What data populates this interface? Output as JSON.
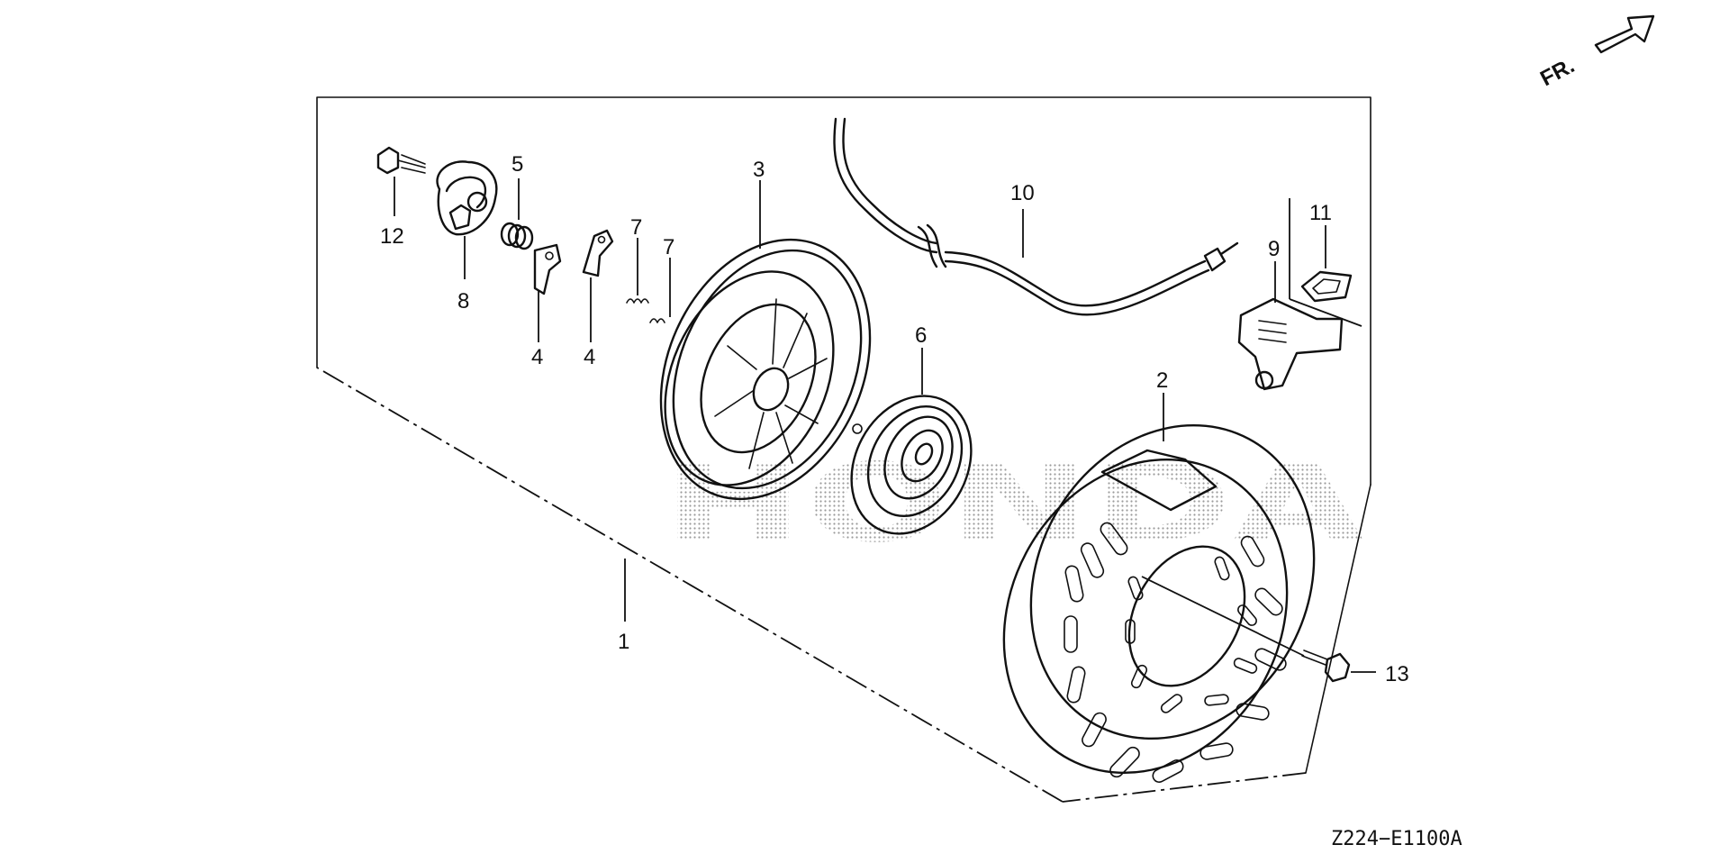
{
  "diagram": {
    "code": "Z224−E1100A",
    "direction_label": "FR.",
    "watermark": "HONDA",
    "callouts": [
      "1",
      "2",
      "3",
      "4",
      "4",
      "5",
      "6",
      "7",
      "7",
      "8",
      "9",
      "10",
      "11",
      "12",
      "13"
    ],
    "colors": {
      "line": "#111111",
      "background": "#ffffff",
      "watermark": "#9a9a9a"
    }
  }
}
